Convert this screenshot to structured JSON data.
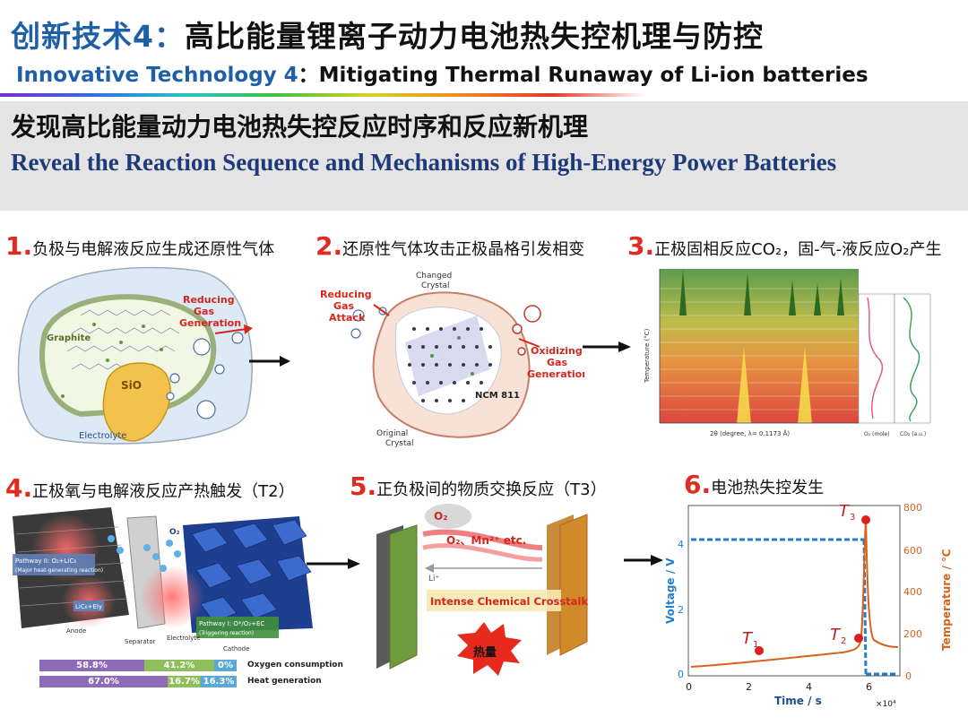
{
  "header": {
    "title_cn_accent": "创新技术4：",
    "title_cn_main": "高比能量锂离子动力电池热失控机理与防控",
    "title_en_accent": "Innovative Technology 4",
    "title_en_sep": "：",
    "title_en_main": "Mitigating Thermal Runaway of Li-ion batteries"
  },
  "banner": {
    "cn": "发现高比能量动力电池热失控反应时序和反应新机理",
    "en": "Reveal the Reaction Sequence and Mechanisms of High-Energy Power Batteries"
  },
  "steps": [
    {
      "num": "1.",
      "text": "负极与电解液反应生成还原性气体"
    },
    {
      "num": "2.",
      "text": "还原性气体攻击正极晶格引发相变"
    },
    {
      "num": "3.",
      "text": "正极固相反应CO₂，固-气-液反应O₂产生"
    },
    {
      "num": "4.",
      "text": "正极氧与电解液反应产热触发（T2）"
    },
    {
      "num": "5.",
      "text": "正负极间的物质交换反应（T3）"
    },
    {
      "num": "6.",
      "text": "电池热失控发生"
    }
  ],
  "panel1": {
    "graphite": "Graphite",
    "sio": "SiO",
    "electrolyte": "Electrolyte",
    "reducing": [
      "Reducing",
      "Gas",
      "Generation"
    ]
  },
  "panel2": {
    "reducing": [
      "Reducing",
      "Gas",
      "Attack"
    ],
    "changed": [
      "Changed",
      "Crystal"
    ],
    "oxidizing": [
      "Oxidizing",
      "Gas",
      "Generation"
    ],
    "ncm": "NCM 811",
    "original": [
      "Original",
      "Crystal"
    ]
  },
  "panel3": {
    "xlabel": "2θ (degree, λ= 0.1173 Å)",
    "ylabel": "Temperature (°C)",
    "o2": "O₂ (mole)",
    "co2": "CO₂ (a.u.)"
  },
  "panel4": {
    "pathway2": [
      "Pathway II: O₂+LiC₆",
      "(Major heat-generating reaction)"
    ],
    "pathway1": [
      "Pathway I: O*/O₂+EC",
      "(Triggering reaction)"
    ],
    "licely": "LiC₆+Ely",
    "o2": "O₂",
    "anode": "Anode",
    "separator": "Separator",
    "electrolyte": "Electrolyte",
    "cathode": "Cathode",
    "bars": [
      {
        "label": "Oxygen consumption",
        "values": [
          "58.8%",
          "41.2%",
          "0%"
        ]
      },
      {
        "label": "Heat generation",
        "values": [
          "67.0%",
          "16.7%",
          "16.3%"
        ]
      }
    ]
  },
  "panel5": {
    "o2": "O₂",
    "species": "O₂、Mn²⁺ etc.",
    "li": "Li⁺",
    "crosstalk": "Intense Chemical Crosstalk",
    "heat": "热量"
  },
  "panel6": {
    "xlabel": "Time / s",
    "ylabel_left": "Voltage / V",
    "ylabel_right": "Temperature / ℃",
    "x_ticks": [
      "0",
      "2",
      "4",
      "6"
    ],
    "x_exp": "×10⁴",
    "y_left_ticks": [
      "0",
      "2",
      "4"
    ],
    "y_right_ticks": [
      "0",
      "200",
      "400",
      "600",
      "800"
    ],
    "t1": "T",
    "t2": "T",
    "t3": "T",
    "s1": "1",
    "s2": "2",
    "s3": "3",
    "colors": {
      "voltage": "#1f7fd0",
      "temperature": "#d9621b"
    }
  }
}
